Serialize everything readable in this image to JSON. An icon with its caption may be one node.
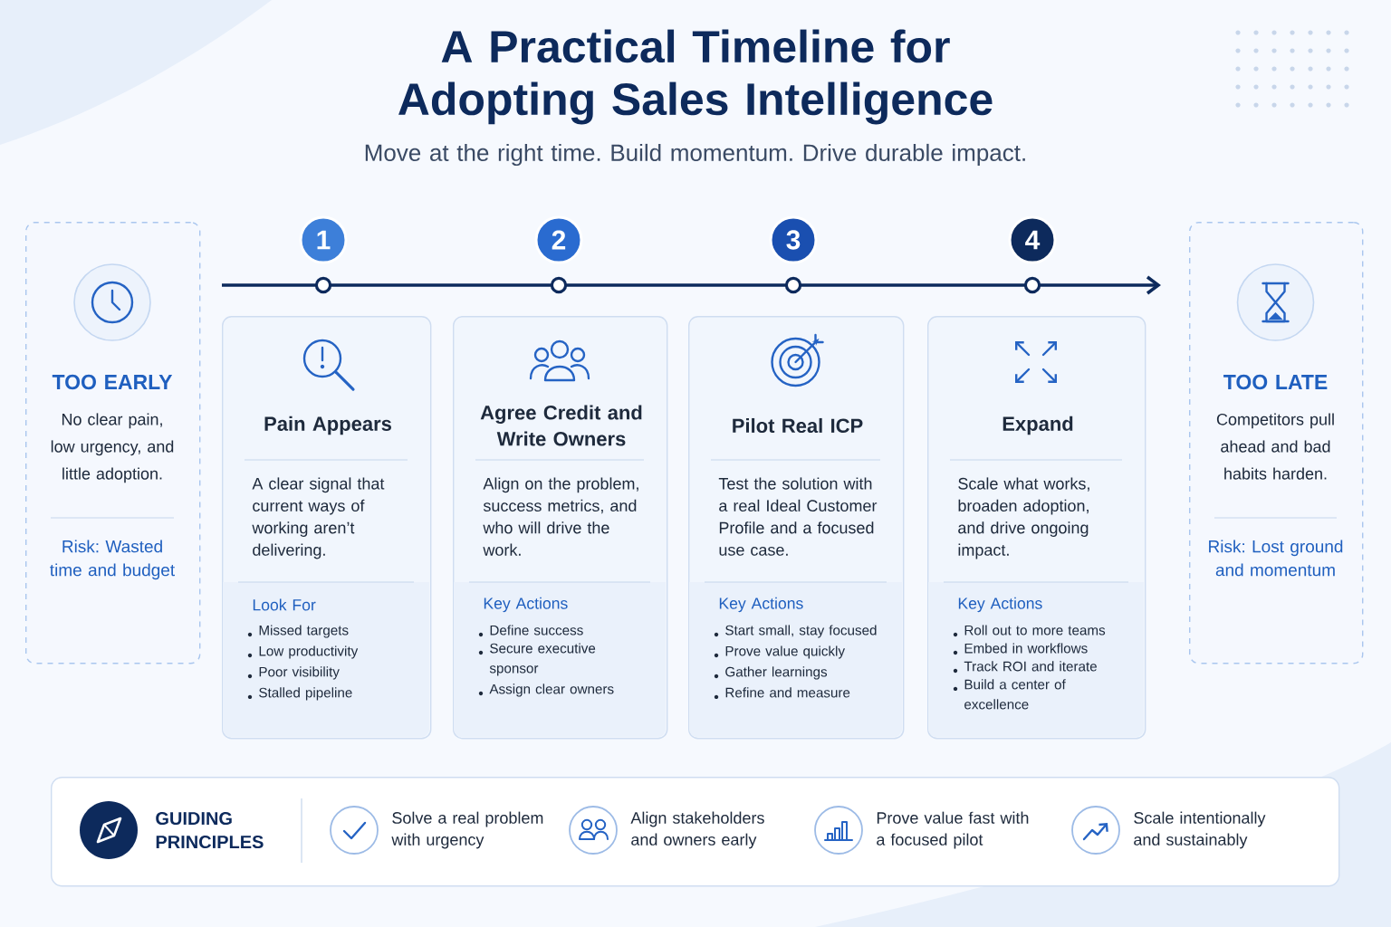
{
  "diagram": {
    "title": "A Practical Timeline for Adopting Sales Intelligence",
    "nodes": [
      {
        "text": [
          "TOO EARLY",
          "No clear pain, low urgency, and little adoption.",
          "Risk: Wasted time and budget"
        ]
      },
      {
        "text": [
          "1"
        ]
      },
      {
        "text": [
          "Pain Appears",
          "A clear signal that current ways of working aren’t delivering.",
          "Look For",
          "Missed targets",
          "Low productivity",
          "Poor visibility",
          "Stalled pipeline"
        ]
      },
      {
        "text": [
          "2"
        ]
      },
      {
        "text": [
          "Agree Credit and Write Owners",
          "Align on the problem, success metrics, and who will drive the work.",
          "Key Actions",
          "Define success",
          "Secure executive sponsor",
          "Assign clear owners"
        ]
      },
      {
        "text": [
          "3"
        ]
      },
      {
        "text": [
          "Pilot Real ICP",
          "Test the solution with a real Ideal Customer Profile and a focused use case.",
          "Key Actions",
          "Start small, stay focused",
          "Prove value quickly",
          "Gather learnings",
          "Refine and measure"
        ]
      },
      {
        "text": [
          "4"
        ]
      },
      {
        "text": [
          "Expand",
          "Scale what works, broaden adoption, and drive ongoing impact.",
          "Key Actions",
          "Roll out to more teams",
          "Embed in workflows",
          "Track ROI and iterate",
          "Build a center of excellence"
        ]
      },
      {
        "text": [
          "TOO LATE",
          "Competitors pull ahead and bad habits harden.",
          "Risk: Lost ground and momentum"
        ]
      },
      {
        "text": [
          "GUIDING PRINCIPLES",
          "Solve a real problem with urgency",
          "Align stakeholders and owners early",
          "Prove value fast with a focused pilot",
          "Scale intentionally and sustainably"
        ]
      }
    ],
    "labels": [
      "Move at the right time. Build momentum. Drive durable impact."
    ]
  }
}
